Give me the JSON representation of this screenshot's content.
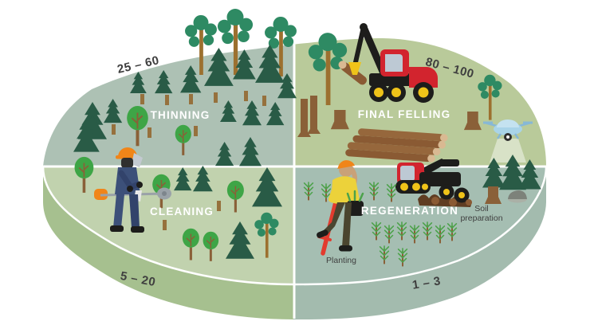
{
  "quadrants": {
    "thinning": {
      "label": "THINNING",
      "years": "25 – 60",
      "surface_color": "#adc1b4"
    },
    "final_felling": {
      "label": "FINAL FELLING",
      "years": "80 – 100",
      "surface_color": "#b9ca9a"
    },
    "cleaning": {
      "label": "CLEANING",
      "years": "5 – 20",
      "surface_color": "#c1d2ae",
      "rim_color": "#a6c08f"
    },
    "regeneration": {
      "label": "REGENERATION",
      "years": "1 – 3",
      "surface_color": "#a5beb2",
      "rim_color": "#a3bbae"
    }
  },
  "annotations": {
    "planting": "Planting",
    "soil_line1": "Soil",
    "soil_line2": "preparation"
  },
  "icons": {
    "fir_tree": "dark conifer",
    "pine_tree": "pine with foliage clusters",
    "round_tree": "deciduous tree",
    "seedling": "planted seedling",
    "stump": "tree stump",
    "logs": "log pile",
    "harvester": "red harvester machine",
    "scarifier": "soil scarifier machine",
    "drone": "survey drone",
    "cleaning_worker": "worker with clearing saw",
    "planting_worker": "worker with planting tube",
    "rock": "boulder"
  },
  "palette": {
    "machine_red": "#d2242e",
    "wheel_yellow": "#efc319",
    "helmet_orange": "#f08519",
    "fir_green": "#295b46",
    "leaf_green": "#3ea546",
    "pine_green": "#2e8a63",
    "trunk_brown": "#8a6038",
    "log_end_tan": "#d9b992",
    "drone_blue": "#a9d4e8",
    "text_dark": "#3f3f3f",
    "label_white": "#ffffff"
  }
}
